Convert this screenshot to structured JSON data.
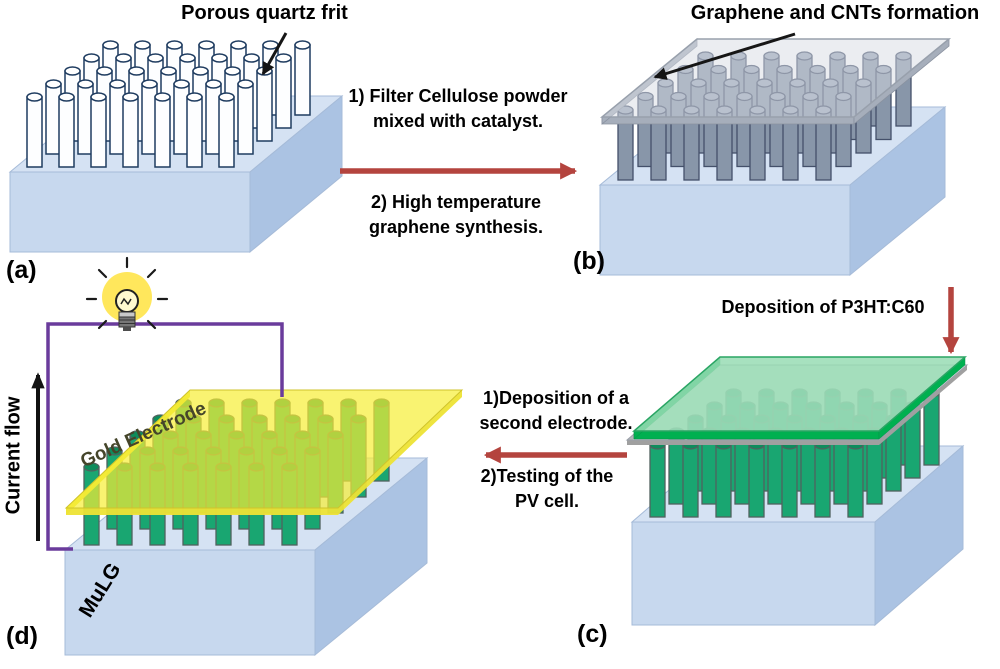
{
  "figure": {
    "panel_a": {
      "label": "(a)",
      "callout": "Porous quartz frit"
    },
    "panel_b": {
      "label": "(b)",
      "callout": "Graphene and CNTs formation"
    },
    "panel_c": {
      "label": "(c)"
    },
    "panel_d": {
      "label": "(d)",
      "electrode_label": "Gold Electrode",
      "substrate_label": "MuLG",
      "current_label": "Current flow"
    },
    "steps": {
      "a_to_b_line1": "1) Filter Cellulose powder\nmixed with catalyst.",
      "a_to_b_line2": "2) High temperature\ngraphene synthesis.",
      "b_to_c": "Deposition of P3HT:C60",
      "c_to_d_line1": "1)Deposition of a\nsecond electrode.",
      "c_to_d_line2": "2)Testing of the\nPV cell."
    }
  },
  "colors": {
    "block-top": "#d5e2f3",
    "block-front": "#c7d8ee",
    "block-side": "#abc3e3",
    "pillar-navy": "#1f3c60",
    "pillar-gray": "#8896a9",
    "pillar-green": "#19a671",
    "plate-green": "#00b050",
    "gold": "#f6ee35",
    "arrow-red": "#b4443e",
    "wire-purple": "#6a3b9c",
    "glow-yellow": "#ffe75c"
  }
}
